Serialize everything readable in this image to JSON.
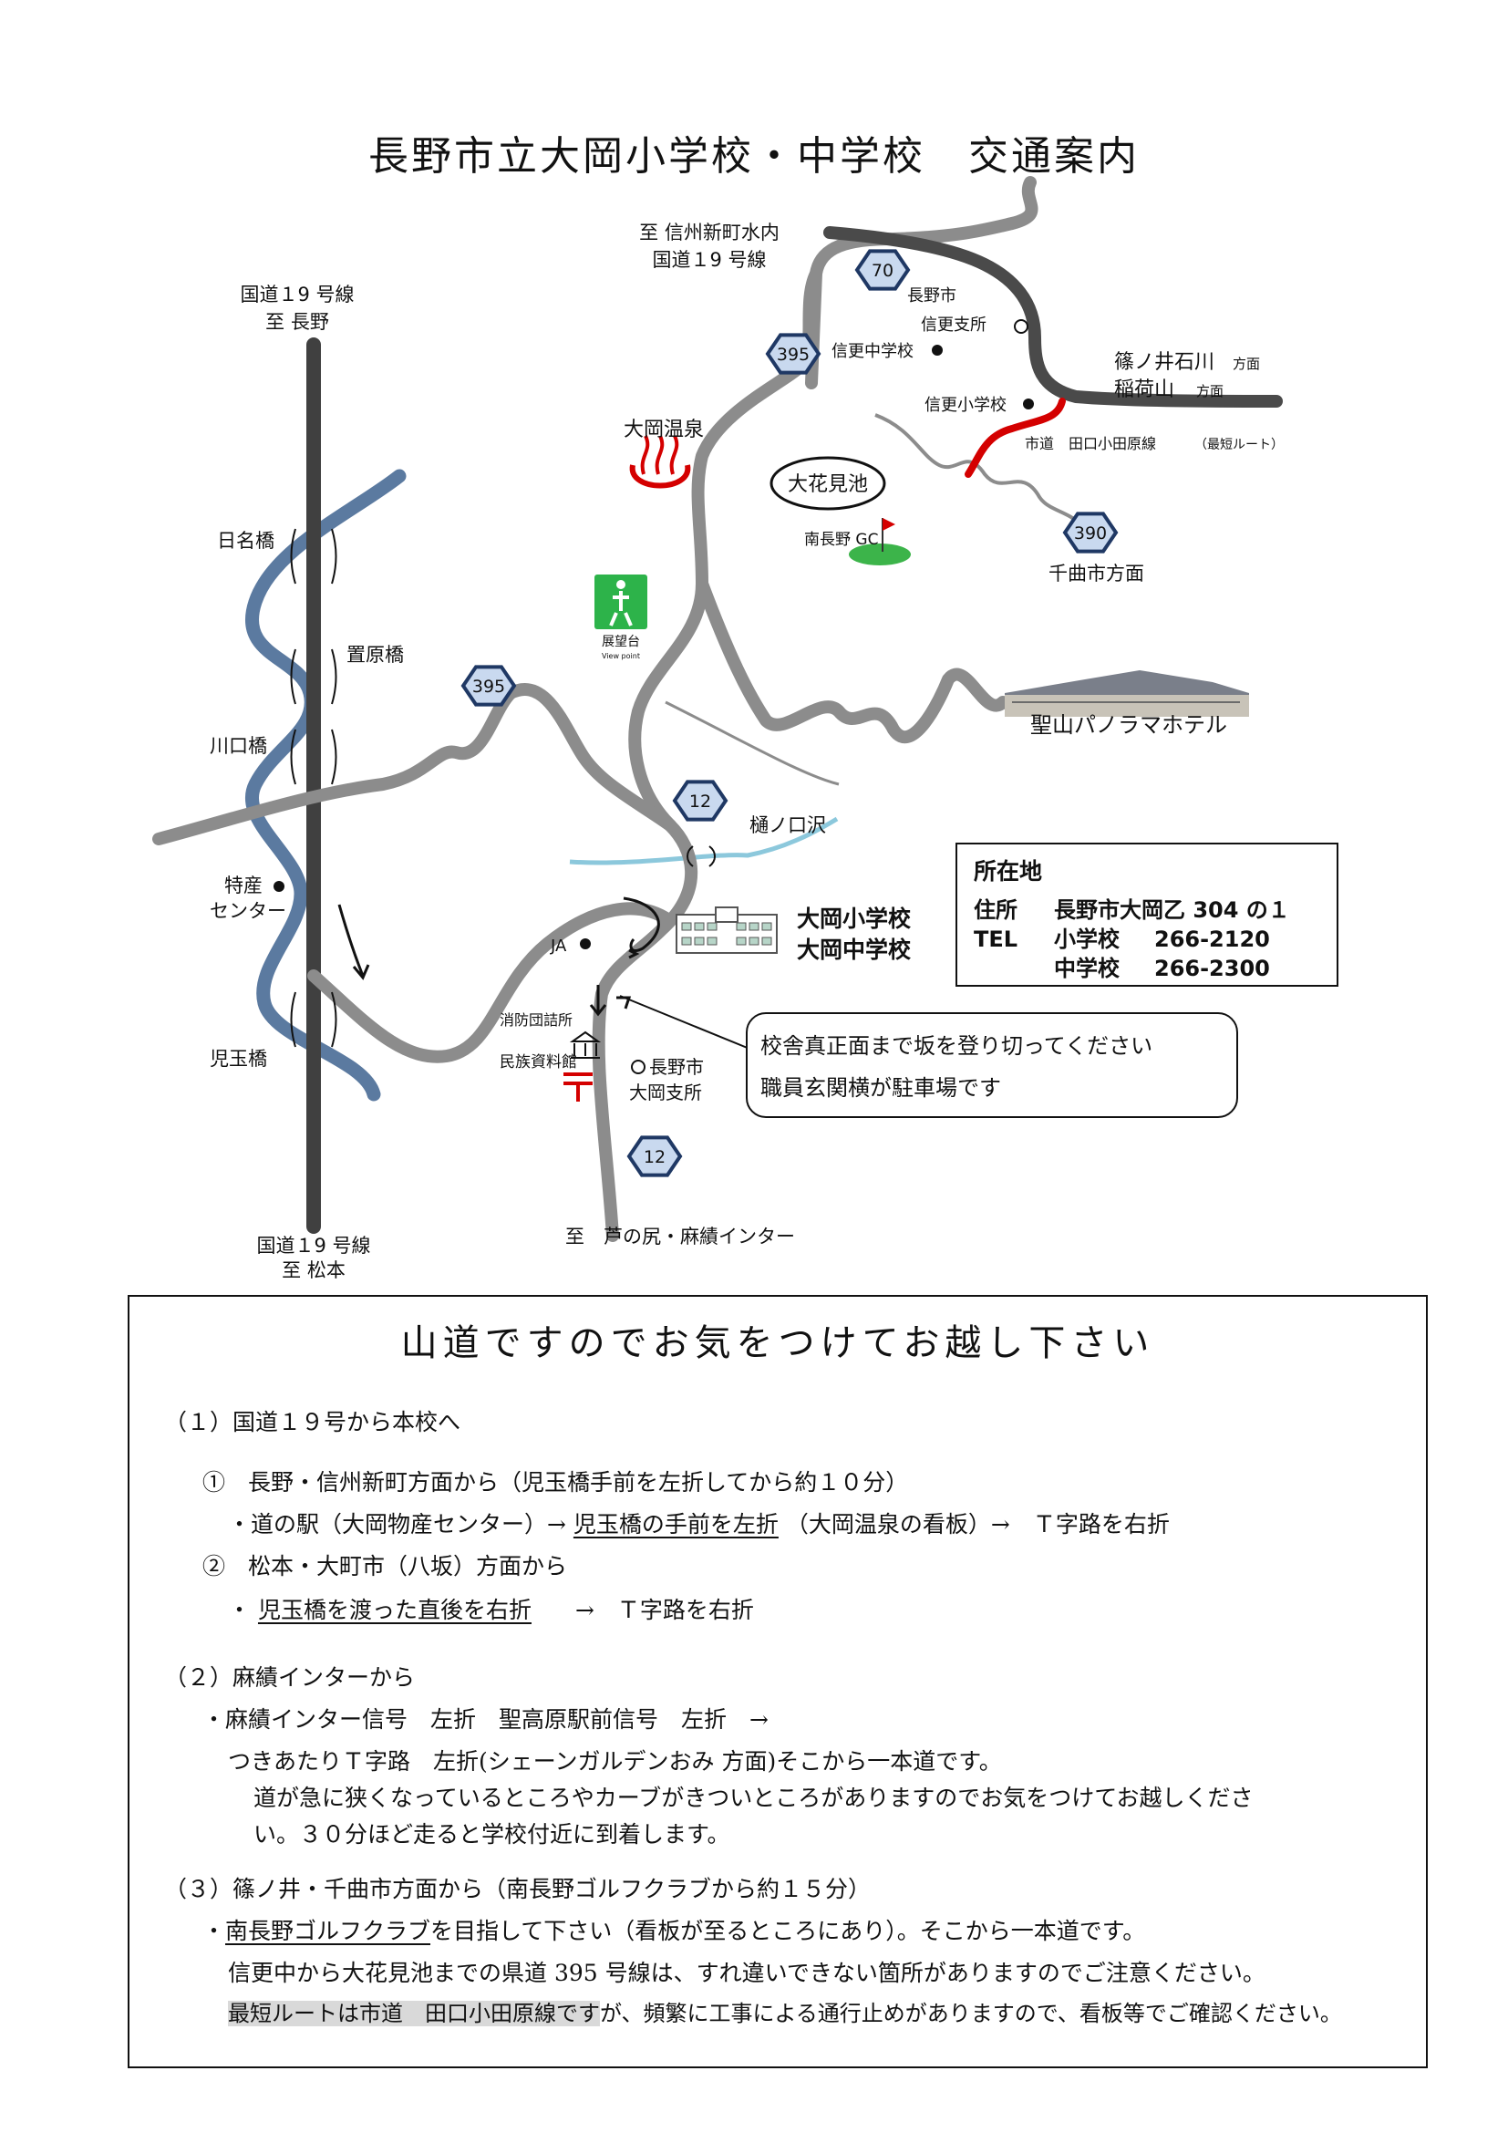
{
  "title": "長野市立大岡小学校・中学校　交通案内",
  "map": {
    "roads": {
      "r19_north": [
        "国道１9 号線",
        "至  長野"
      ],
      "r19_south": [
        "国道１9 号線",
        "至 松本"
      ],
      "to_shinmachi": [
        "至 信州新町水内",
        "国道１9 号線"
      ],
      "to_ikusaka": "至　芦の尻・麻績インター",
      "to_shinoi": [
        "篠ノ井石川",
        "稲荷山"
      ],
      "hoamen": "方面",
      "chikuma": "千曲市方面",
      "city_road": "市道　田口小田原線",
      "shortest": "（最短ルート）"
    },
    "route_numbers": {
      "n70": "70",
      "n395": "395",
      "n390": "390",
      "n12": "12"
    },
    "places": {
      "onsen": "大岡温泉",
      "ohanami": "大花見池",
      "golf": "南長野 GC",
      "viewpoint": "展望台",
      "viewpoint_en": "View point",
      "hotel": "聖山パノラマホテル",
      "shinkou_branch": [
        "長野市",
        "信更支所"
      ],
      "shinkou_jhs": "信更中学校",
      "shinkou_es": "信更小学校",
      "hinabashi": "日名橋",
      "okubara": "置原橋",
      "kawaguchi": "川口橋",
      "kodama": "児玉橋",
      "tokusan": [
        "特産",
        "センター"
      ],
      "hinokuchi": "樋ノ口沢",
      "ja": "JA",
      "shobo": "消防団詰所",
      "minzoku": "民族資料館",
      "ooka_branch": [
        "長野市",
        "大岡支所"
      ],
      "school": [
        "大岡小学校",
        "大岡中学校"
      ]
    },
    "colors": {
      "road_gray": "#8c8c8c",
      "r19": "#404040",
      "river": "#5b7aa0",
      "stream": "#8cc8dc",
      "shortest": "#d40000",
      "route_sign": "#c9d9ef",
      "route_sign_border": "#1f3864"
    }
  },
  "info": {
    "header": "所在地",
    "address_label": "住所",
    "address": "長野市大岡乙 304 の１",
    "tel_label": "TEL",
    "es_label": "小学校",
    "es_tel": "266-2120",
    "jhs_label": "中学校",
    "jhs_tel": "266-2300"
  },
  "callout": {
    "line1": "校舎真正面まで坂を登り切ってください",
    "line2": "職員玄関横が駐車場です"
  },
  "directions": {
    "title": "山道ですのでお気をつけてお越し下さい",
    "s1": "（１）国道１９号から本校へ",
    "s1_1": "①　長野・信州新町方面から（児玉橋手前を左折してから約１０分）",
    "s1_1a_pre": "・道の駅（大岡物産センター）→",
    "s1_1a_ul": "児玉橋の手前を左折",
    "s1_1a_post": "（大岡温泉の看板）→　Ｔ字路を右折",
    "s1_2": "②　松本・大町市（八坂）方面から",
    "s1_2a_pre": "・",
    "s1_2a_ul": "児玉橋を渡った直後を右折",
    "s1_2a_post": "→　Ｔ字路を右折",
    "s2": "（２）麻績インターから",
    "s2_a": "・麻績インター信号　左折　聖高原駅前信号　左折　→",
    "s2_b": "つきあたりＴ字路　左折(シェーンガルデンおみ 方面)そこから一本道です。",
    "s2_c": "道が急に狭くなっているところやカーブがきついところがありますのでお気をつけてお越しくださ",
    "s2_d": "い。３０分ほど走ると学校付近に到着します。",
    "s3": "（３）篠ノ井・千曲市方面から（南長野ゴルフクラブから約１５分）",
    "s3_a_pre": "・",
    "s3_a_ul": "南長野ゴルフクラブ",
    "s3_a_post": "を目指して下さい（看板が至るところにあり）。そこから一本道です。",
    "s3_b": "信更中から大花見池までの県道 395 号線は、すれ違いできない箇所がありますのでご注意ください。",
    "s3_c_hl": "最短ルートは市道　田口小田原線です",
    "s3_c_post": "が、頻繁に工事による通行止めがありますので、看板等でご確認ください。"
  }
}
